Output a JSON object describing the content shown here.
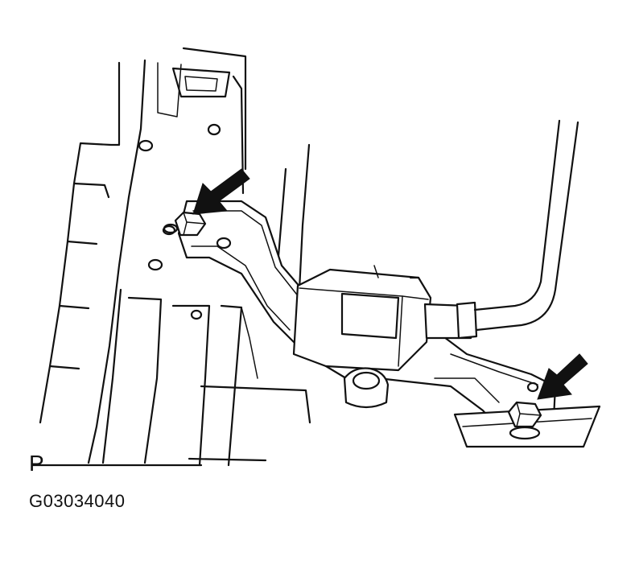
{
  "diagram": {
    "view_label": "P",
    "figure_code": "G03034040",
    "arrows": [
      "bolt-arrow-upper-left",
      "bolt-arrow-lower-right"
    ]
  }
}
